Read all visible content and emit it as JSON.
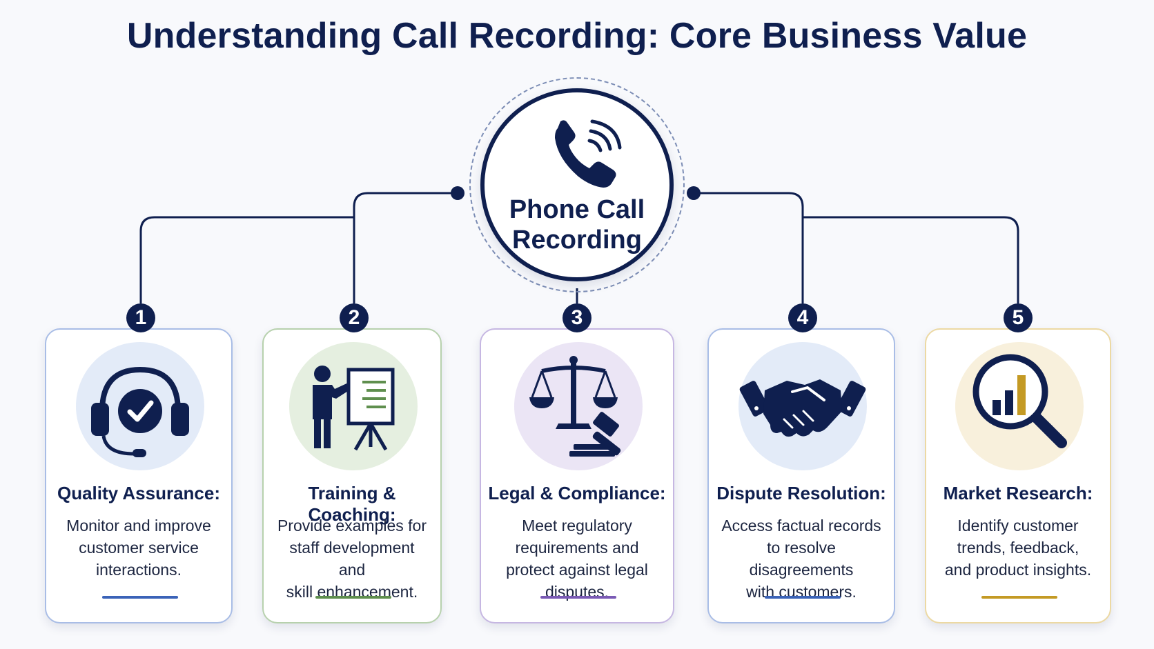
{
  "title": "Understanding Call Recording: Core Business Value",
  "hub": {
    "label_line1": "Phone Call",
    "label_line2": "Recording",
    "icon": "phone-call-icon"
  },
  "colors": {
    "navy": "#0f1f4f",
    "blue": "#3b63b8",
    "green": "#5f8f4e",
    "purple": "#7a5ab5",
    "gold": "#c49a24"
  },
  "cards": [
    {
      "number": "1",
      "title": "Quality Assurance:",
      "desc1": "Monitor and improve",
      "desc2": "customer service",
      "desc3": "interactions.",
      "desc4": "",
      "icon": "headset-check-icon",
      "accent": "#3b63b8",
      "border": "#a9bde6",
      "tint": "#e3ebf8"
    },
    {
      "number": "2",
      "title": "Training & Coaching:",
      "desc1": "Provide examples for",
      "desc2": "staff development and",
      "desc3": "skill enhancement.",
      "desc4": "",
      "icon": "presenter-board-icon",
      "accent": "#5f8f4e",
      "border": "#b7d1ad",
      "tint": "#e5efe0"
    },
    {
      "number": "3",
      "title": "Legal & Compliance:",
      "desc1": "Meet regulatory",
      "desc2": "requirements and",
      "desc3": "protect against legal",
      "desc4": "disputes.",
      "icon": "scales-gavel-icon",
      "accent": "#7a5ab5",
      "border": "#c6b7e2",
      "tint": "#ebe5f5"
    },
    {
      "number": "4",
      "title": "Dispute Resolution:",
      "desc1": "Access factual records",
      "desc2": "to resolve disagreements",
      "desc3": "with customers.",
      "desc4": "",
      "icon": "handshake-icon",
      "accent": "#3b63b8",
      "border": "#a9bde6",
      "tint": "#e3ebf8"
    },
    {
      "number": "5",
      "title": "Market Research:",
      "desc1": "Identify customer",
      "desc2": "trends, feedback,",
      "desc3": "and product insights.",
      "desc4": "",
      "icon": "magnifier-chart-icon",
      "accent": "#c49a24",
      "border": "#ecd9a3",
      "tint": "#f8f0dc"
    }
  ]
}
